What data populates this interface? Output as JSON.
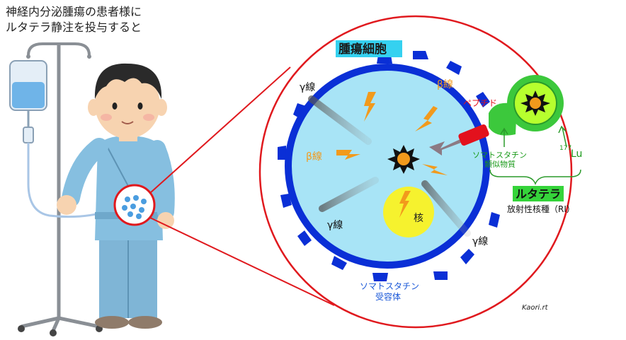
{
  "caption": {
    "line1": "神経内分泌腫瘍の患者様に",
    "line2": "ルタテラ静注を投与すると"
  },
  "tumor_cell_label": "腫瘍細胞",
  "beta_labels": [
    "β線",
    "β線"
  ],
  "gamma_labels": [
    "γ線",
    "γ線",
    "γ線"
  ],
  "nucleus_label": "核",
  "peptide_label": "ペプチド",
  "somatostatin_analog": {
    "line1": "ソマトスタチン",
    "line2": "類似物質"
  },
  "isotope": {
    "mass": "177",
    "symbol": "Lu"
  },
  "drug": {
    "name": "ルタテラ",
    "subtitle": "放射性核種（RI）"
  },
  "receptor": {
    "line1": "ソマトスタチン",
    "line2": "受容体"
  },
  "signature": "Kaori.rt",
  "colors": {
    "cell_fill": "#a8e4f6",
    "membrane": "#0a2fd6",
    "nucleus": "#f6f22e",
    "zoom_circle": "#e0191e",
    "ri_green": "#3cc83c",
    "peptide_red": "#e3111d",
    "beta_orange": "#f29a1c",
    "tumor_label_bg": "#35d1f0",
    "drug_label_bg": "#35d43a"
  }
}
